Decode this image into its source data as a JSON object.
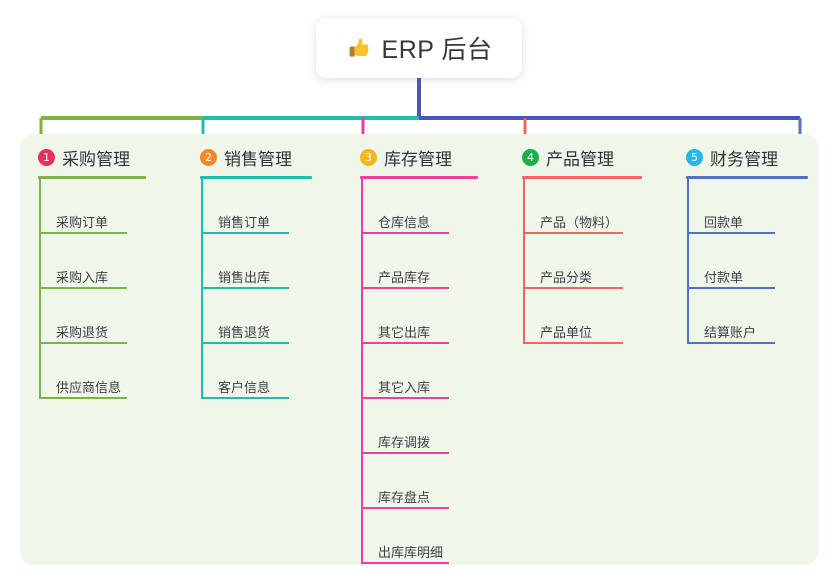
{
  "title": {
    "icon": "thumbs-up-icon",
    "text": "ERP 后台"
  },
  "palette": {
    "panel_bg": "#eef7e9",
    "page_bg": "#ffffff",
    "title_text": "#34383d",
    "item_text": "#3c4044",
    "stem": "#4b57b8"
  },
  "columns": [
    {
      "number": "1",
      "label": "采购管理",
      "badge_color": "#e8305c",
      "line_color": "#7cb342",
      "items": [
        "采购订单",
        "采购入库",
        "采购退货",
        "供应商信息"
      ]
    },
    {
      "number": "2",
      "label": "销售管理",
      "badge_color": "#f5872b",
      "line_color": "#1fbcb0",
      "items": [
        "销售订单",
        "销售出库",
        "销售退货",
        "客户信息"
      ]
    },
    {
      "number": "3",
      "label": "库存管理",
      "badge_color": "#f7b713",
      "line_color": "#ec3fa0",
      "items": [
        "仓库信息",
        "产品库存",
        "其它出库",
        "其它入库",
        "库存调拨",
        "库存盘点",
        "出库库明细"
      ]
    },
    {
      "number": "4",
      "label": "产品管理",
      "badge_color": "#19b04a",
      "line_color": "#f2655f",
      "items": [
        "产品（物料）",
        "产品分类",
        "产品单位"
      ]
    },
    {
      "number": "5",
      "label": "财务管理",
      "badge_color": "#29b6e8",
      "line_color": "#5271c4",
      "items": [
        "回款单",
        "付款单",
        "结算账户"
      ]
    }
  ]
}
